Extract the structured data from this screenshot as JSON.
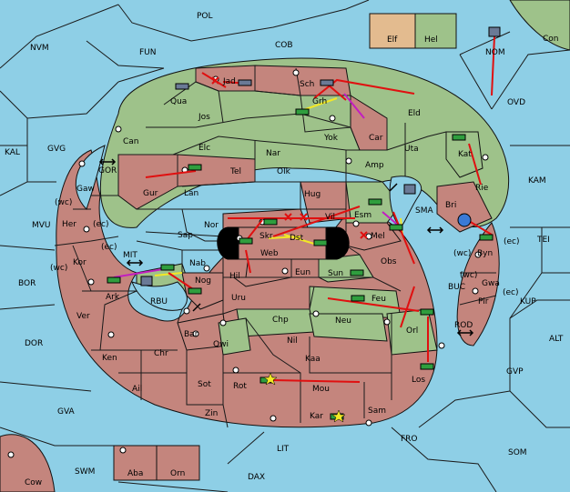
{
  "colors": {
    "sea": "#8ecfe6",
    "land_green": "#9ec28a",
    "land_red": "#c4857d",
    "land_tan": "#e3bb8f",
    "land_neutral": "#d3ccc6",
    "border": "#111111",
    "order_move": "#e01010",
    "order_support": "#f2e826",
    "order_convoy": "#c21dc1"
  },
  "seas": [
    {
      "id": "POL",
      "label": "POL"
    },
    {
      "id": "NVM",
      "label": "NVM"
    },
    {
      "id": "FUN",
      "label": "FUN"
    },
    {
      "id": "COB",
      "label": "COB"
    },
    {
      "id": "KAL",
      "label": "KAL"
    },
    {
      "id": "GVG",
      "label": "GVG"
    },
    {
      "id": "MVU",
      "label": "MVU"
    },
    {
      "id": "BOR",
      "label": "BOR"
    },
    {
      "id": "DOR",
      "label": "DOR"
    },
    {
      "id": "GVA",
      "label": "GVA"
    },
    {
      "id": "SWM",
      "label": "SWM"
    },
    {
      "id": "LIT",
      "label": "LIT"
    },
    {
      "id": "DAX",
      "label": "DAX"
    },
    {
      "id": "FRO",
      "label": "FRO"
    },
    {
      "id": "SOM",
      "label": "SOM"
    },
    {
      "id": "GVP",
      "label": "GVP"
    },
    {
      "id": "ALT",
      "label": "ALT"
    },
    {
      "id": "KUP",
      "label": "KUP"
    },
    {
      "id": "TEI",
      "label": "TEI"
    },
    {
      "id": "KAM",
      "label": "KAM"
    },
    {
      "id": "OVD",
      "label": "OVD"
    },
    {
      "id": "NOM",
      "label": "NOM"
    },
    {
      "id": "Con",
      "label": "Con"
    },
    {
      "id": "GOR",
      "label": "GOR"
    },
    {
      "id": "MIT",
      "label": "MIT"
    },
    {
      "id": "RBU",
      "label": "RBU"
    },
    {
      "id": "SMA",
      "label": "SMA"
    },
    {
      "id": "BUC",
      "label": "BUC"
    },
    {
      "id": "ROD",
      "label": "ROD"
    }
  ],
  "provinces": [
    {
      "id": "Elf",
      "label": "Elf"
    },
    {
      "id": "Hel",
      "label": "Hel"
    },
    {
      "id": "Jad",
      "label": "Jad"
    },
    {
      "id": "Qua",
      "label": "Qua"
    },
    {
      "id": "Sch",
      "label": "Sch"
    },
    {
      "id": "Grh",
      "label": "Grh"
    },
    {
      "id": "Jos",
      "label": "Jos"
    },
    {
      "id": "Eld",
      "label": "Eld"
    },
    {
      "id": "Can",
      "label": "Can"
    },
    {
      "id": "Car",
      "label": "Car"
    },
    {
      "id": "Yok",
      "label": "Yok"
    },
    {
      "id": "Elc",
      "label": "Elc"
    },
    {
      "id": "Nar",
      "label": "Nar"
    },
    {
      "id": "Uta",
      "label": "Uta"
    },
    {
      "id": "Kat",
      "label": "Kat"
    },
    {
      "id": "Amp",
      "label": "Amp"
    },
    {
      "id": "Olk",
      "label": "Olk"
    },
    {
      "id": "Tel",
      "label": "Tel"
    },
    {
      "id": "Gur",
      "label": "Gur"
    },
    {
      "id": "Lan",
      "label": "Lan"
    },
    {
      "id": "Rie",
      "label": "Rie"
    },
    {
      "id": "Gaw",
      "label": "Gaw"
    },
    {
      "id": "Hug",
      "label": "Hug"
    },
    {
      "id": "Bri",
      "label": "Bri"
    },
    {
      "id": "Esm",
      "label": "Esm"
    },
    {
      "id": "Vil",
      "label": "Vil"
    },
    {
      "id": "Nor",
      "label": "Nor"
    },
    {
      "id": "Skr",
      "label": "Skr"
    },
    {
      "id": "Her",
      "label": "Her"
    },
    {
      "id": "Sap",
      "label": "Sap"
    },
    {
      "id": "Mel",
      "label": "Mel"
    },
    {
      "id": "Dst",
      "label": "Dst"
    },
    {
      "id": "Web",
      "label": "Web"
    },
    {
      "id": "Byn",
      "label": "Byn"
    },
    {
      "id": "Kor",
      "label": "Kor"
    },
    {
      "id": "Obs",
      "label": "Obs"
    },
    {
      "id": "Nab",
      "label": "Nab"
    },
    {
      "id": "Eun",
      "label": "Eun"
    },
    {
      "id": "Sun",
      "label": "Sun"
    },
    {
      "id": "Hil",
      "label": "Hil"
    },
    {
      "id": "Gwa",
      "label": "Gwa"
    },
    {
      "id": "Ark",
      "label": "Ark"
    },
    {
      "id": "Nog",
      "label": "Nog"
    },
    {
      "id": "Uru",
      "label": "Uru"
    },
    {
      "id": "Feu",
      "label": "Feu"
    },
    {
      "id": "Pir",
      "label": "Pir"
    },
    {
      "id": "Ver",
      "label": "Ver"
    },
    {
      "id": "Chp",
      "label": "Chp"
    },
    {
      "id": "Neu",
      "label": "Neu"
    },
    {
      "id": "Orl",
      "label": "Orl"
    },
    {
      "id": "Bar",
      "label": "Bar"
    },
    {
      "id": "Qwi",
      "label": "Qwi"
    },
    {
      "id": "Nil",
      "label": "Nil"
    },
    {
      "id": "Chr",
      "label": "Chr"
    },
    {
      "id": "Ken",
      "label": "Ken"
    },
    {
      "id": "Kaa",
      "label": "Kaa"
    },
    {
      "id": "Los",
      "label": "Los"
    },
    {
      "id": "Ail",
      "label": "Ail"
    },
    {
      "id": "Sot",
      "label": "Sot"
    },
    {
      "id": "Rot",
      "label": "Rot"
    },
    {
      "id": "Mou",
      "label": "Mou"
    },
    {
      "id": "Zin",
      "label": "Zin"
    },
    {
      "id": "Kar",
      "label": "Kar"
    },
    {
      "id": "Sam",
      "label": "Sam"
    },
    {
      "id": "Aba",
      "label": "Aba"
    },
    {
      "id": "Orn",
      "label": "Orn"
    },
    {
      "id": "Cow",
      "label": "Cow"
    }
  ],
  "coast_tags": [
    {
      "id": "wc-gaw",
      "label": "(wc)"
    },
    {
      "id": "ec-her",
      "label": "(ec)"
    },
    {
      "id": "ec-kor",
      "label": "(ec)"
    },
    {
      "id": "wc-kor",
      "label": "(wc)"
    },
    {
      "id": "wc-byn",
      "label": "(wc)"
    },
    {
      "id": "ec-byn",
      "label": "(ec)"
    },
    {
      "id": "wc-gwa",
      "label": "(wc)"
    },
    {
      "id": "ec-gwa",
      "label": "(ec)"
    }
  ]
}
